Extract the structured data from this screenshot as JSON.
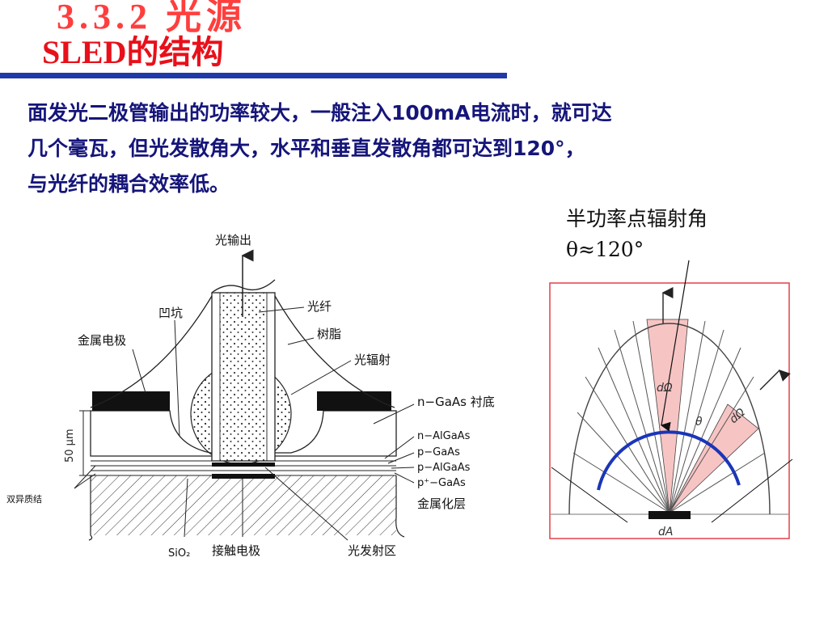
{
  "slide": {
    "ghost_title": "3.3.2 光源",
    "title": "SLED的结构",
    "body_lines": [
      "面发光二极管输出的功率较大，一般注入100mA电流时，就可达",
      "几个毫瓦，但光发散角大，水平和垂直发散角都可达到120°，",
      "与光纤的耦合效率低。"
    ],
    "caption_lines": [
      "半功率点辐射角",
      "θ≈120°"
    ]
  },
  "left_diagram": {
    "labels": {
      "light_output": "光输出",
      "fiber": "光纤",
      "pit": "凹坑",
      "metal_electrode": "金属电极",
      "resin": "树脂",
      "light_radiation": "光辐射",
      "n_gaas_substrate": "n−GaAs 衬底",
      "n_algaas": "n−AlGaAs",
      "p_gaas": "p−GaAs",
      "p_algaas": "p−AlGaAs",
      "p_plus_gaas": "p⁺−GaAs",
      "metallization": "金属化层",
      "double_hetero": "双异质结",
      "thickness": "50 μm",
      "sio2": "SiO₂",
      "contact_electrode": "接触电极",
      "emission_region": "光发射区"
    }
  },
  "right_diagram": {
    "labels": {
      "solid_angle_1": "dΩ",
      "solid_angle_2": "dΩ",
      "theta": "θ",
      "area": "dA"
    }
  }
}
